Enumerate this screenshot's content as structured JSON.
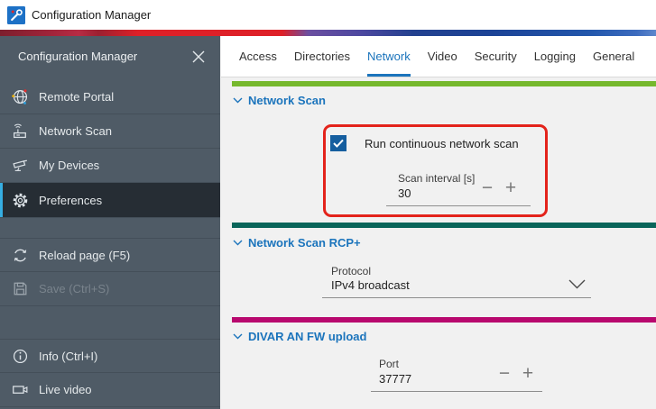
{
  "titlebar": {
    "app_title": "Configuration Manager"
  },
  "sidebar": {
    "title": "Configuration Manager",
    "items": [
      {
        "label": "Remote Portal",
        "icon": "globe-icon",
        "selected": false
      },
      {
        "label": "Network Scan",
        "icon": "antenna-icon",
        "selected": false
      },
      {
        "label": "My Devices",
        "icon": "camera-icon",
        "selected": false
      },
      {
        "label": "Preferences",
        "icon": "gear-icon",
        "selected": true
      }
    ],
    "actions": [
      {
        "label": "Reload page (F5)",
        "icon": "refresh-icon",
        "disabled": false
      },
      {
        "label": "Save (Ctrl+S)",
        "icon": "save-icon",
        "disabled": true
      }
    ],
    "footer": [
      {
        "label": "Info (Ctrl+I)",
        "icon": "info-icon"
      },
      {
        "label": "Live video",
        "icon": "video-camera-icon"
      }
    ]
  },
  "tabs": {
    "selected": "Network",
    "items": [
      {
        "label": "Access"
      },
      {
        "label": "Directories"
      },
      {
        "label": "Network"
      },
      {
        "label": "Video"
      },
      {
        "label": "Security"
      },
      {
        "label": "Logging"
      },
      {
        "label": "General"
      }
    ]
  },
  "network_scan": {
    "title": "Network Scan",
    "checkbox_label": "Run continuous network scan",
    "checkbox_checked": true,
    "interval_label": "Scan interval [s]",
    "interval_value": "30"
  },
  "network_scan_rcp": {
    "title": "Network Scan RCP+",
    "protocol_label": "Protocol",
    "protocol_value": "IPv4 broadcast"
  },
  "divar_fw": {
    "title": "DIVAR AN FW upload",
    "port_label": "Port",
    "port_value": "37777"
  },
  "glyphs": {
    "minus": "−",
    "plus": "+"
  },
  "colors": {
    "accent_blue": "#1B74BC",
    "checkbox_blue": "#155E9F",
    "bosch_green": "#76B82D",
    "bosch_teal": "#0A655A",
    "bosch_magenta": "#B8086E",
    "annotation_red": "#E3231B",
    "sidebar_bg": "#4F5B66",
    "sidebar_selected_bg": "#262D34",
    "selected_stripe": "#36AEE2"
  }
}
